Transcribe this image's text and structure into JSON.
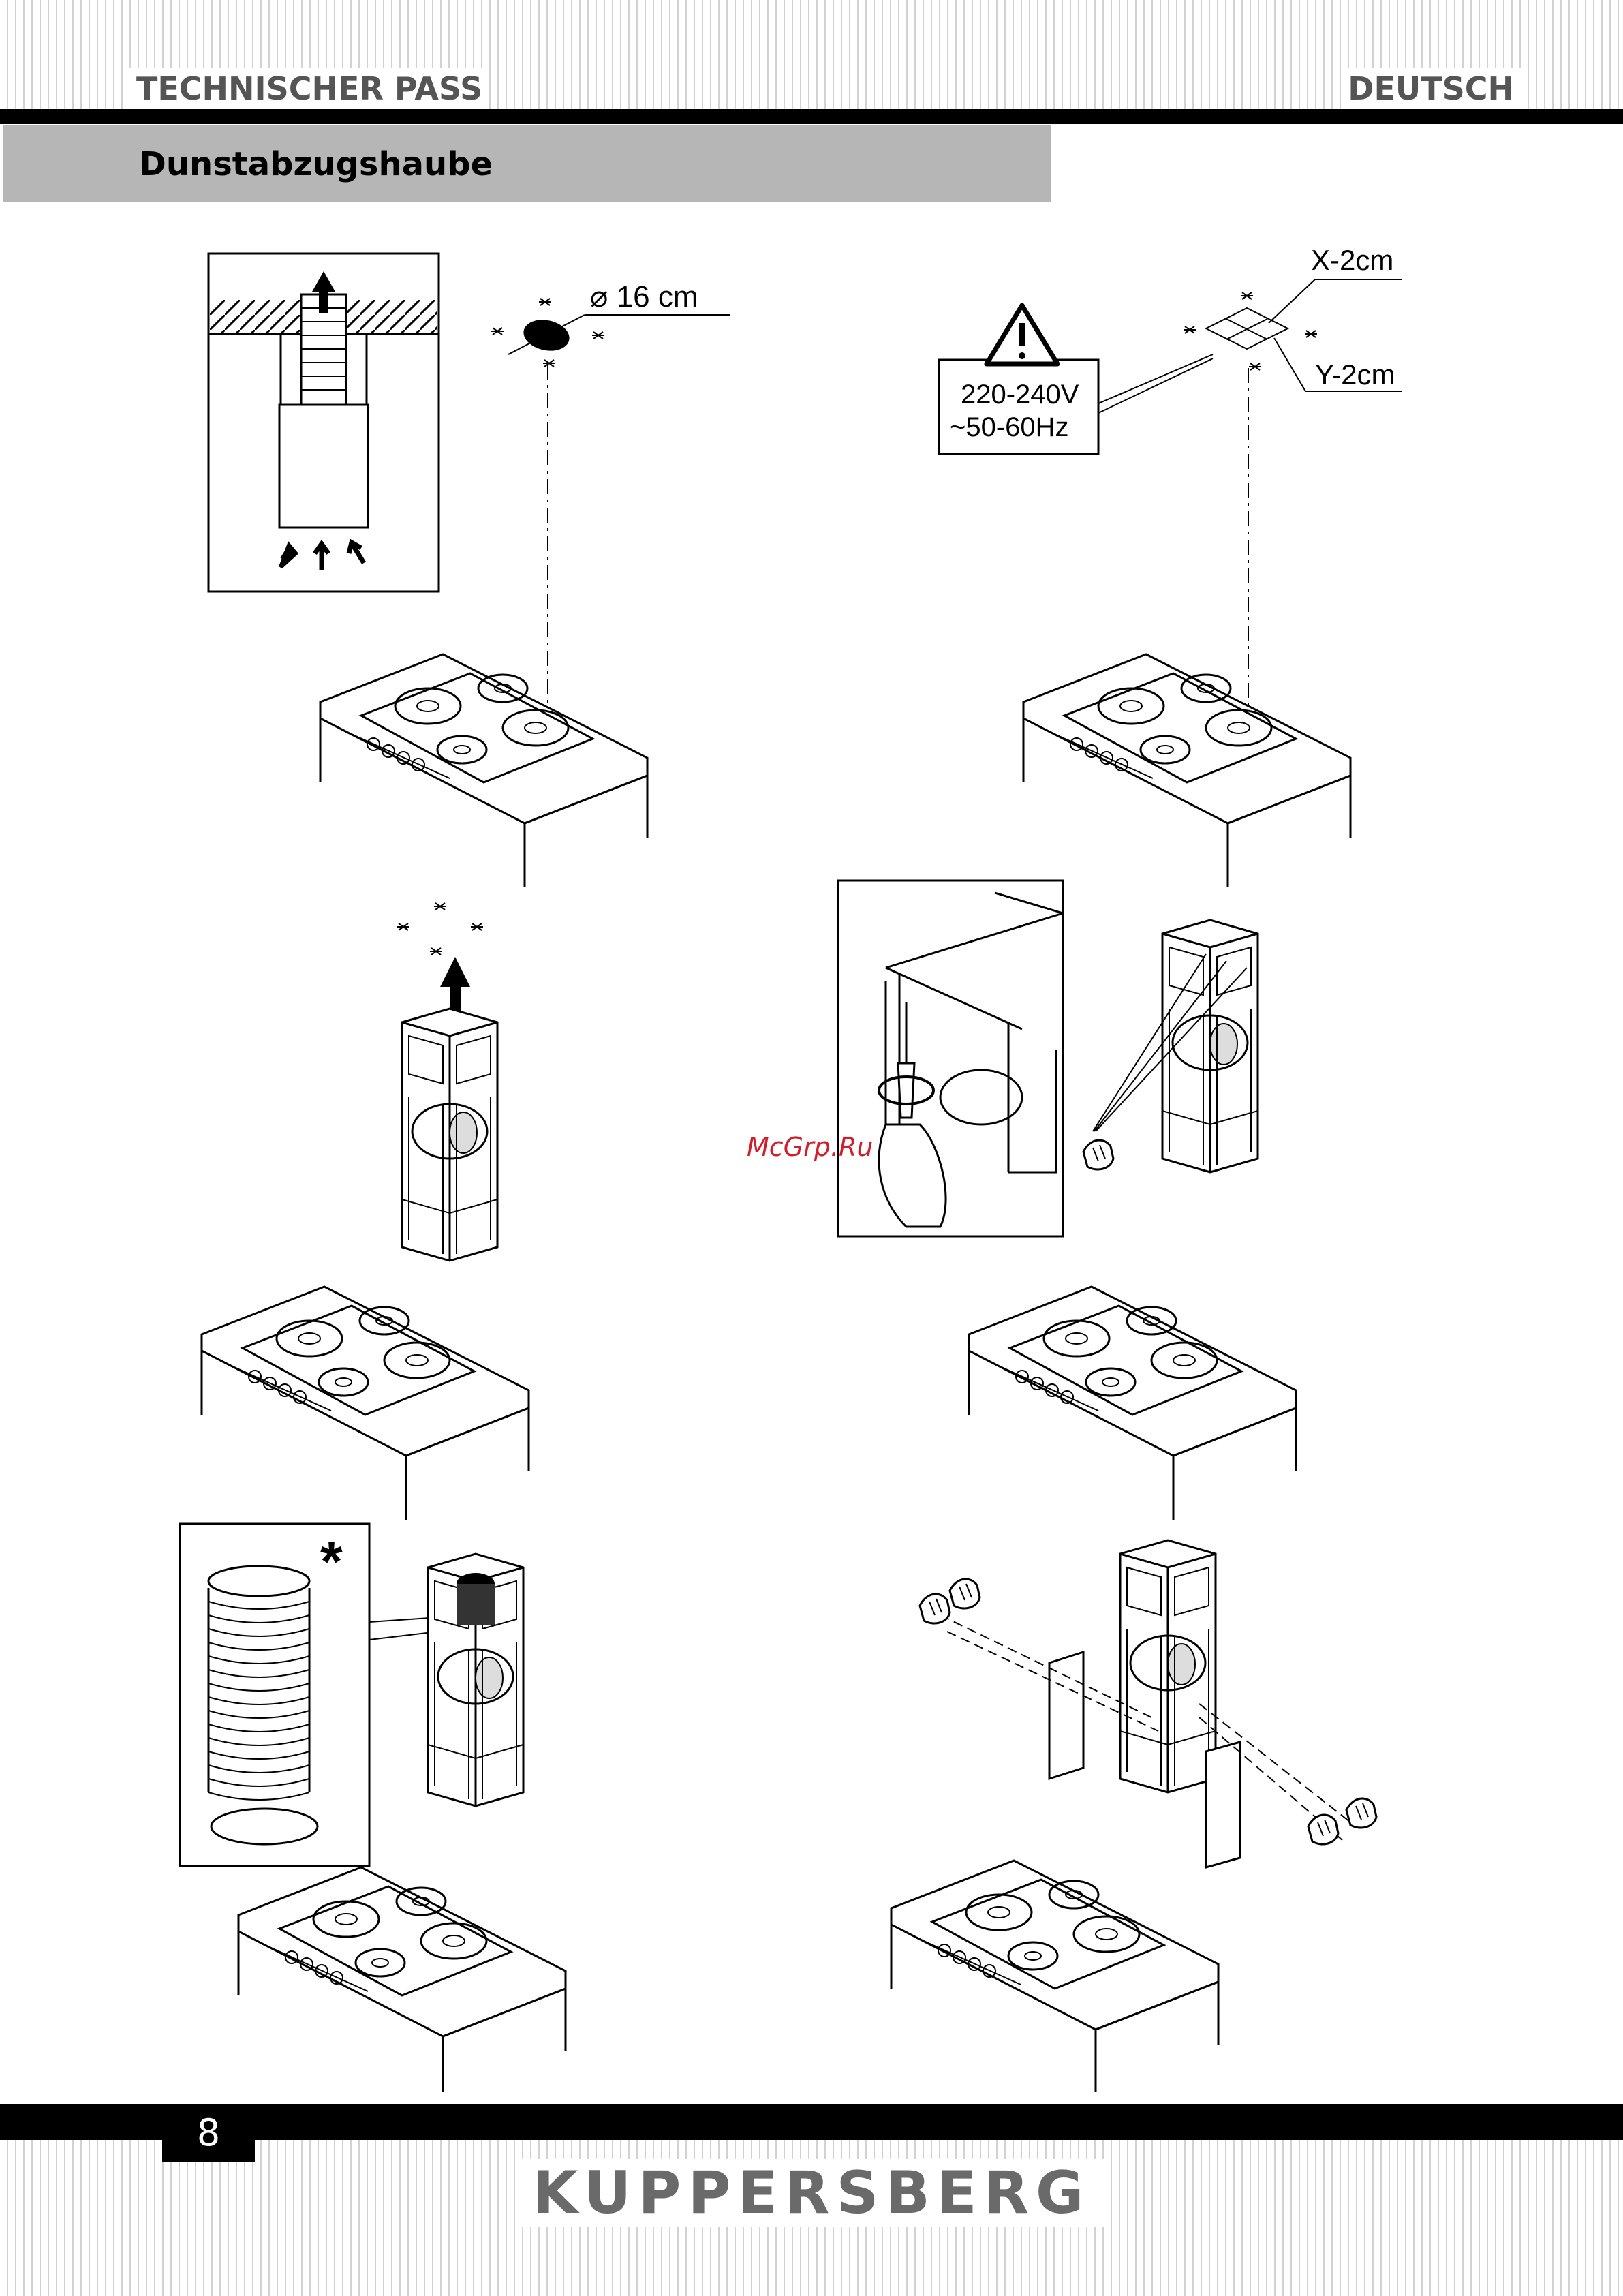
{
  "header": {
    "left": "TECHNISCHER PASS",
    "right": "DEUTSCH",
    "title": "Dunstabzugshaube"
  },
  "figures": {
    "duct_diameter": "⌀ 16 cm",
    "dim_x": "X-2cm",
    "dim_y": "Y-2cm",
    "voltage": "220-240V",
    "frequency": "~50-60Hz",
    "optional_mark": "*"
  },
  "watermark": "McGrp.Ru",
  "footer": {
    "page_number": "8",
    "brand": "KUPPERSBERG"
  }
}
